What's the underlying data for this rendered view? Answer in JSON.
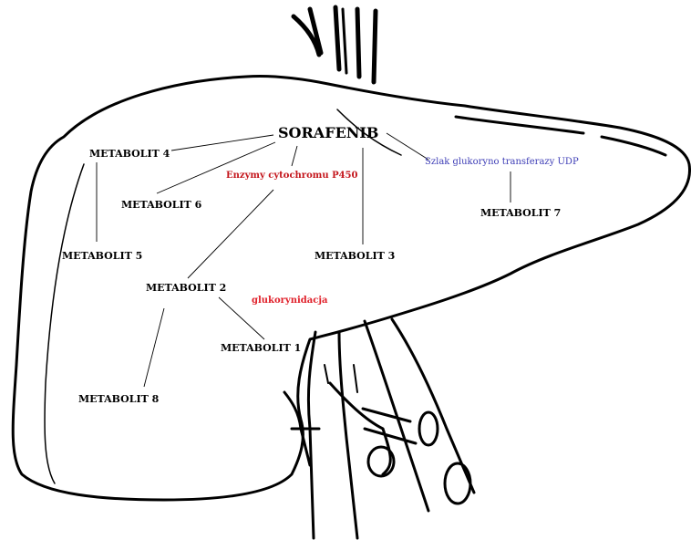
{
  "center": "SORAFENIB",
  "metabolites": {
    "m1": "METABOLIT 1",
    "m2": "METABOLIT 2",
    "m3": "METABOLIT 3",
    "m4": "METABOLIT 4",
    "m5": "METABOLIT 5",
    "m6": "METABOLIT 6",
    "m7": "METABOLIT 7",
    "m8": "METABOLIT 8"
  },
  "pathways": {
    "cyp450": "Enzymy cytochromu P450",
    "ugt": "Szlak glukoryno transferazy UDP",
    "glucuronidation": "glukorynidacja"
  },
  "colors": {
    "cyp450": "#c4161c",
    "ugt": "#3b3bb5",
    "glucuronidation": "#e0202a"
  }
}
